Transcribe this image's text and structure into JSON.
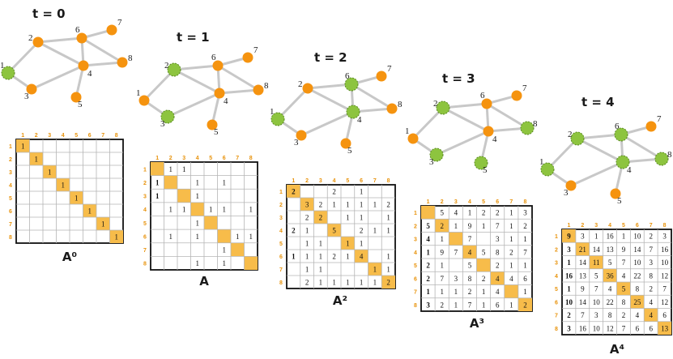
{
  "colors": {
    "node": "#f5930f",
    "visited": "#8dc43f",
    "edge": "#c8c8c8",
    "diag": "#f7bc4a",
    "header": "#e8930c",
    "green_text": "#7cb342"
  },
  "labels": [
    "1",
    "2",
    "3",
    "4",
    "5",
    "6",
    "7",
    "8"
  ],
  "panels": [
    {
      "title": "t = 0",
      "matrix_label": "A⁰",
      "visited": [
        "1"
      ],
      "matrix": [
        [
          "1",
          "",
          "",
          "",
          "",
          "",
          "",
          ""
        ],
        [
          "",
          "1",
          "",
          "",
          "",
          "",
          "",
          ""
        ],
        [
          "",
          "",
          "1",
          "",
          "",
          "",
          "",
          ""
        ],
        [
          "",
          "",
          "",
          "1",
          "",
          "",
          "",
          ""
        ],
        [
          "",
          "",
          "",
          "",
          "1",
          "",
          "",
          ""
        ],
        [
          "",
          "",
          "",
          "",
          "",
          "1",
          "",
          ""
        ],
        [
          "",
          "",
          "",
          "",
          "",
          "",
          "1",
          ""
        ],
        [
          "",
          "",
          "",
          "",
          "",
          "",
          "",
          "1"
        ]
      ],
      "green_first_col": false
    },
    {
      "title": "t = 1",
      "matrix_label": "A",
      "visited": [
        "2",
        "3"
      ],
      "matrix": [
        [
          "",
          "1",
          "1",
          "",
          "",
          "",
          "",
          ""
        ],
        [
          "1",
          "",
          "",
          "1",
          "",
          "1",
          "",
          ""
        ],
        [
          "1",
          "",
          "",
          "1",
          "",
          "",
          "",
          ""
        ],
        [
          "",
          "1",
          "1",
          "",
          "1",
          "1",
          "",
          "1"
        ],
        [
          "",
          "",
          "",
          "1",
          "",
          "",
          "",
          ""
        ],
        [
          "",
          "1",
          "",
          "1",
          "",
          "",
          "1",
          "1"
        ],
        [
          "",
          "",
          "",
          "",
          "",
          "1",
          "",
          ""
        ],
        [
          "",
          "",
          "",
          "1",
          "",
          "1",
          "",
          ""
        ]
      ],
      "green_first_col": true
    },
    {
      "title": "t = 2",
      "matrix_label": "A²",
      "visited": [
        "1",
        "4",
        "6"
      ],
      "matrix": [
        [
          "2",
          "",
          "",
          "2",
          "",
          "1",
          "",
          ""
        ],
        [
          "",
          "3",
          "2",
          "1",
          "1",
          "1",
          "1",
          "2"
        ],
        [
          "",
          "2",
          "2",
          "",
          "1",
          "1",
          "",
          "1"
        ],
        [
          "2",
          "1",
          "",
          "5",
          "",
          "2",
          "1",
          "1"
        ],
        [
          "",
          "1",
          "1",
          "",
          "1",
          "1",
          "",
          ""
        ],
        [
          "1",
          "1",
          "1",
          "2",
          "1",
          "4",
          "",
          "1"
        ],
        [
          "",
          "1",
          "1",
          "",
          "",
          "",
          "1",
          "1"
        ],
        [
          "",
          "2",
          "1",
          "1",
          "1",
          "1",
          "1",
          "2"
        ]
      ],
      "green_first_col": true
    },
    {
      "title": "t = 3",
      "matrix_label": "A³",
      "visited": [
        "2",
        "3",
        "5",
        "8"
      ],
      "matrix": [
        [
          "",
          "5",
          "4",
          "1",
          "2",
          "2",
          "1",
          "3"
        ],
        [
          "5",
          "2",
          "1",
          "9",
          "1",
          "7",
          "1",
          "2"
        ],
        [
          "4",
          "1",
          "",
          "7",
          "",
          "3",
          "1",
          "1"
        ],
        [
          "1",
          "9",
          "7",
          "4",
          "5",
          "8",
          "2",
          "7"
        ],
        [
          "2",
          "1",
          "",
          "5",
          "",
          "2",
          "1",
          "1"
        ],
        [
          "2",
          "7",
          "3",
          "8",
          "2",
          "4",
          "4",
          "6"
        ],
        [
          "1",
          "1",
          "1",
          "2",
          "1",
          "4",
          "",
          "1"
        ],
        [
          "3",
          "2",
          "1",
          "7",
          "1",
          "6",
          "1",
          "2"
        ]
      ],
      "green_first_col": true
    },
    {
      "title": "t = 4",
      "matrix_label": "A⁴",
      "visited": [
        "1",
        "2",
        "4",
        "6",
        "8"
      ],
      "matrix": [
        [
          "9",
          "3",
          "1",
          "16",
          "1",
          "10",
          "2",
          "3"
        ],
        [
          "3",
          "21",
          "14",
          "13",
          "9",
          "14",
          "7",
          "16"
        ],
        [
          "1",
          "14",
          "11",
          "5",
          "7",
          "10",
          "3",
          "10"
        ],
        [
          "16",
          "13",
          "5",
          "36",
          "4",
          "22",
          "8",
          "12"
        ],
        [
          "1",
          "9",
          "7",
          "4",
          "5",
          "8",
          "2",
          "7"
        ],
        [
          "10",
          "14",
          "10",
          "22",
          "8",
          "25",
          "4",
          "12"
        ],
        [
          "2",
          "7",
          "3",
          "8",
          "2",
          "4",
          "4",
          "6"
        ],
        [
          "3",
          "16",
          "10",
          "12",
          "7",
          "6",
          "6",
          "13"
        ]
      ],
      "green_first_col": true
    }
  ]
}
